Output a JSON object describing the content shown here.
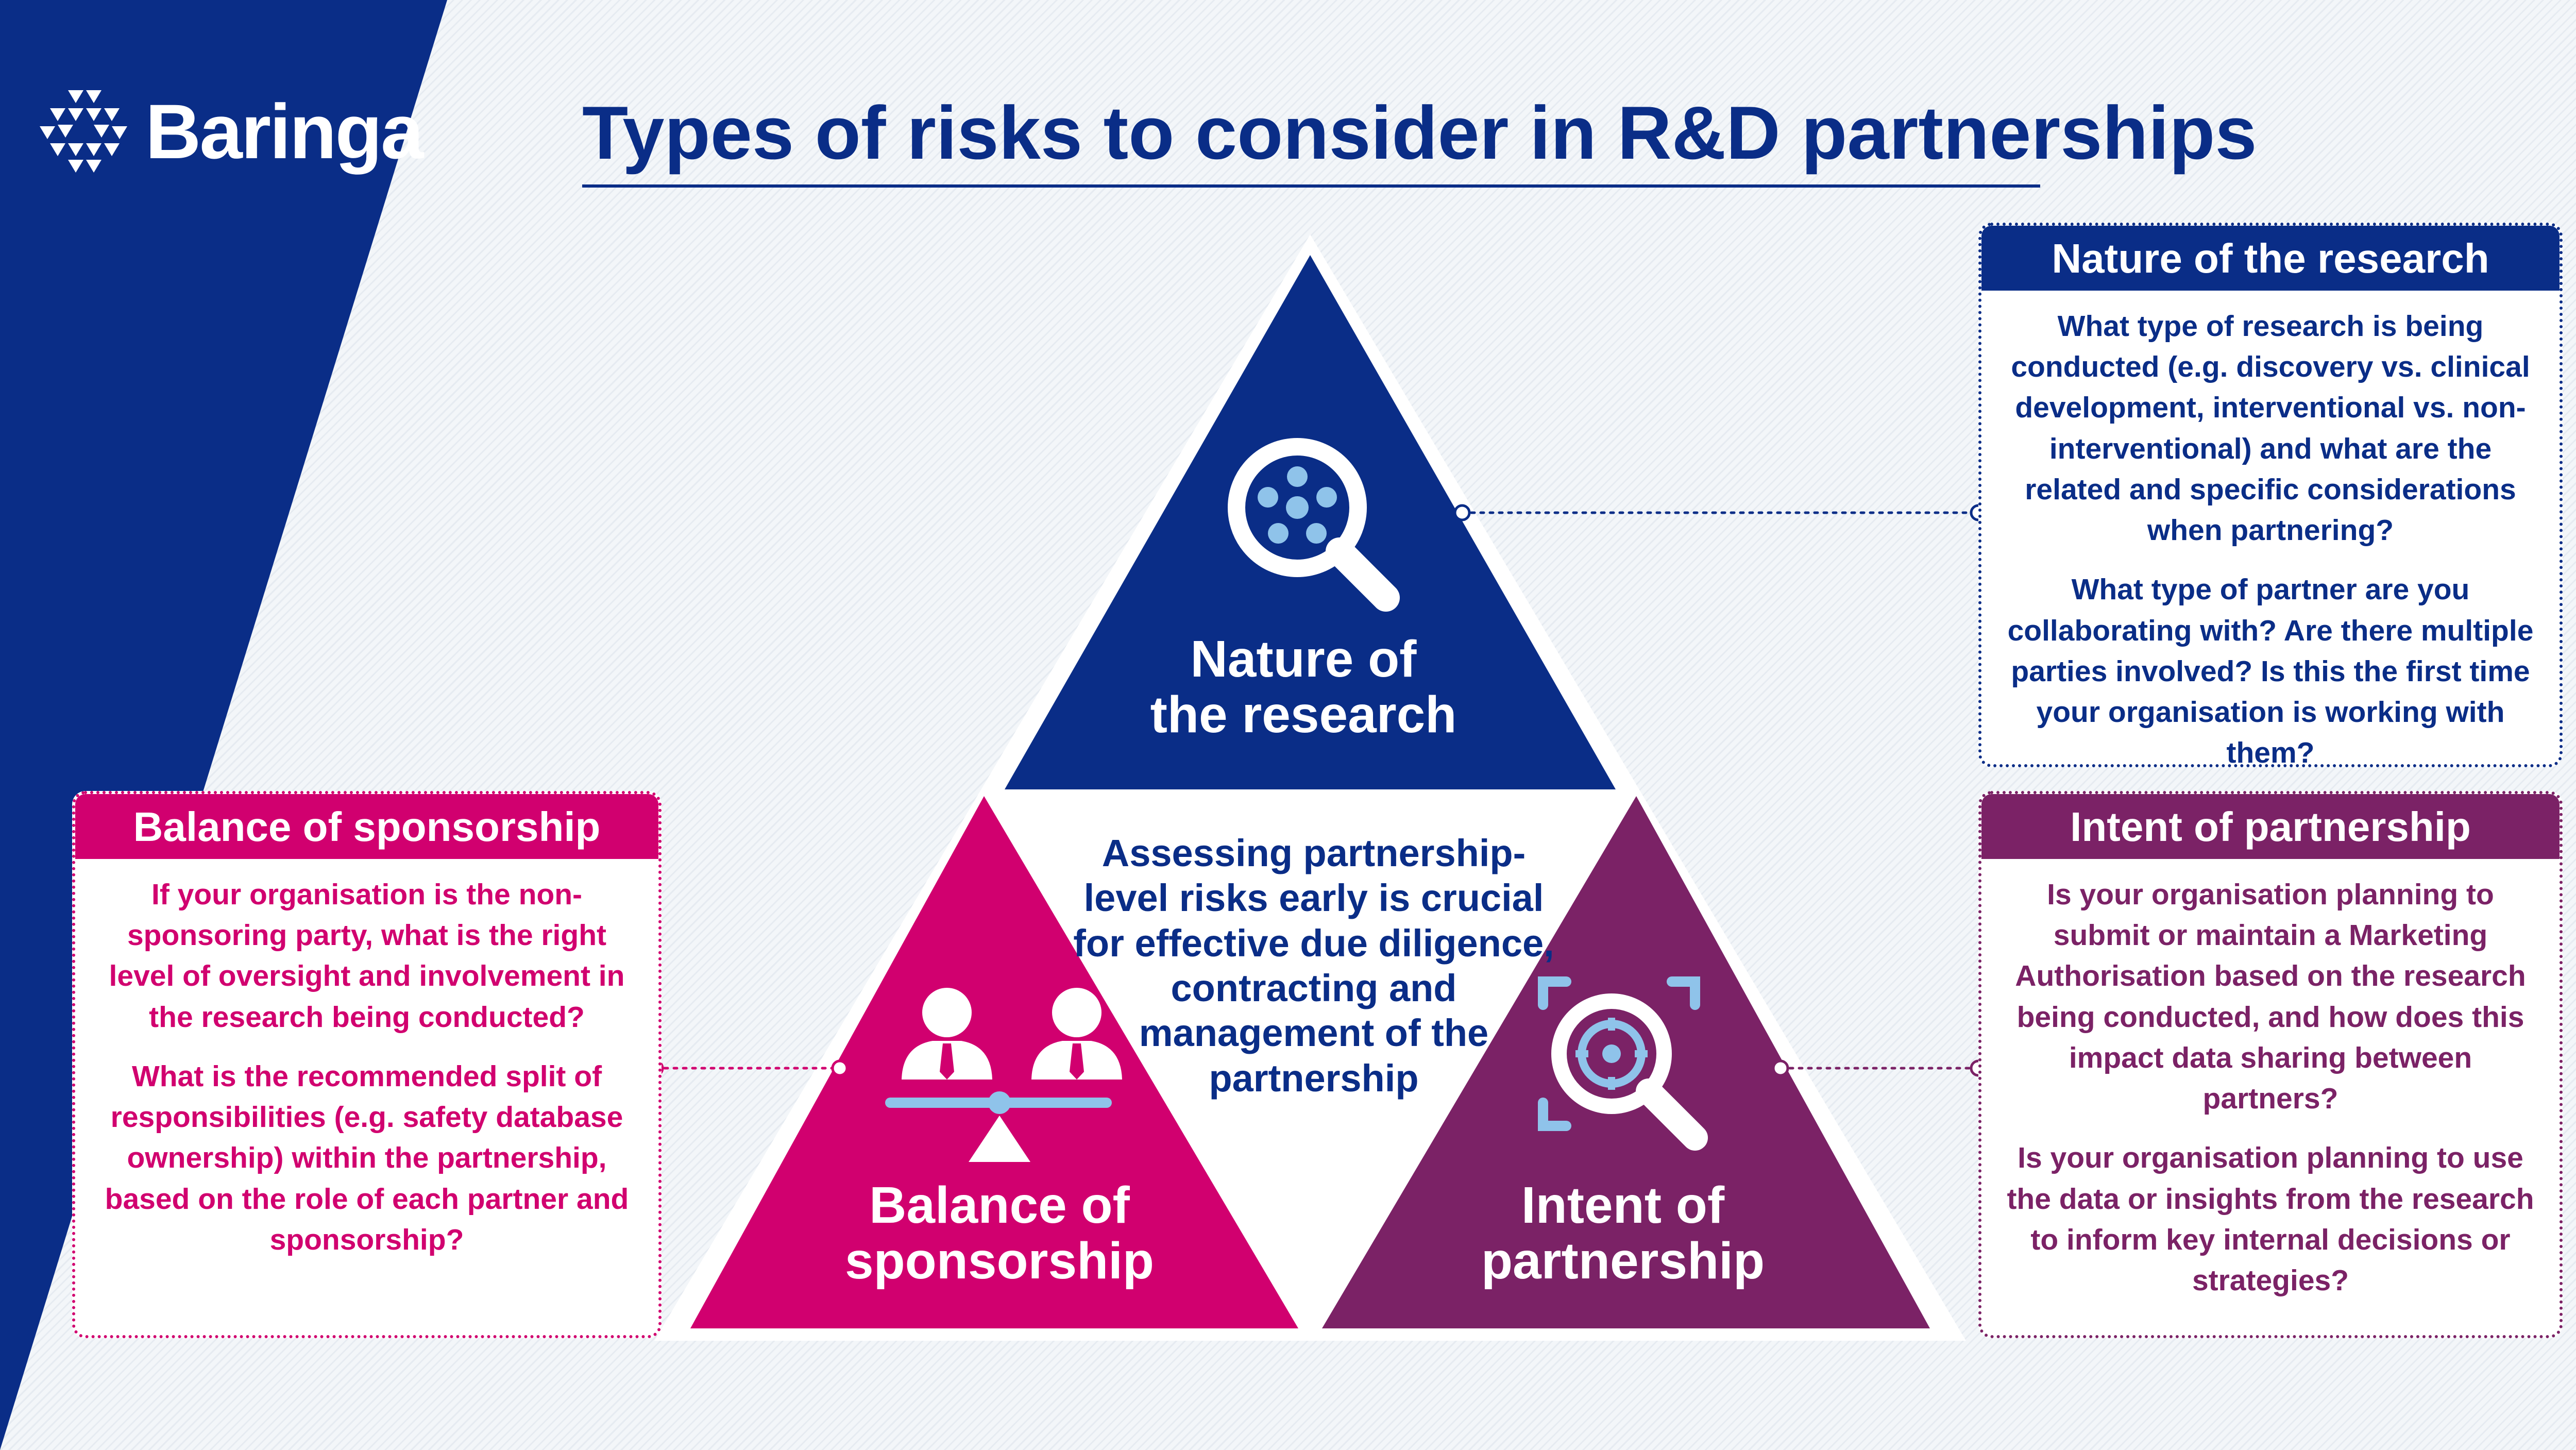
{
  "brand": {
    "name": "Baringa",
    "logo_icon": "triangle-mosaic-icon"
  },
  "title": "Types of risks to consider in R&D partnerships",
  "colors": {
    "navy": "#0a2d87",
    "pink": "#d1006f",
    "plum": "#7b2266",
    "light_blue": "#8fc3ea"
  },
  "triangle": {
    "top": {
      "label_line1": "Nature of",
      "label_line2": "the research",
      "icon": "magnifier-molecule-icon"
    },
    "bottom_left": {
      "label_line1": "Balance of",
      "label_line2": "sponsorship",
      "icon": "people-balance-scale-icon"
    },
    "bottom_right": {
      "label_line1": "Intent of",
      "label_line2": "partnership",
      "icon": "magnifier-target-icon"
    },
    "center_text": "Assessing partnership-level risks early is crucial for effective due diligence, contracting and management of the partnership"
  },
  "cards": {
    "nature": {
      "heading": "Nature of the research",
      "paragraphs": [
        "What type of research is being conducted (e.g. discovery vs. clinical development, interventional vs. non-interventional) and what are the related and specific considerations when partnering?",
        "What type of partner are you collaborating with? Are there multiple parties involved? Is this the first time your organisation is working with them?"
      ]
    },
    "sponsorship": {
      "heading": "Balance of sponsorship",
      "paragraphs": [
        "If your organisation is the non-sponsoring party, what is the right level of oversight and involvement in the research being conducted?",
        "What is the recommended split of responsibilities (e.g. safety database ownership) within the partnership, based on the role of each partner and sponsorship?"
      ]
    },
    "intent": {
      "heading": "Intent of partnership",
      "paragraphs": [
        "Is your organisation planning to submit or maintain a Marketing Authorisation based on the research being conducted, and how does this impact data sharing between partners?",
        "Is your organisation planning to use the data or insights from the research to inform key internal decisions or strategies?"
      ]
    }
  }
}
